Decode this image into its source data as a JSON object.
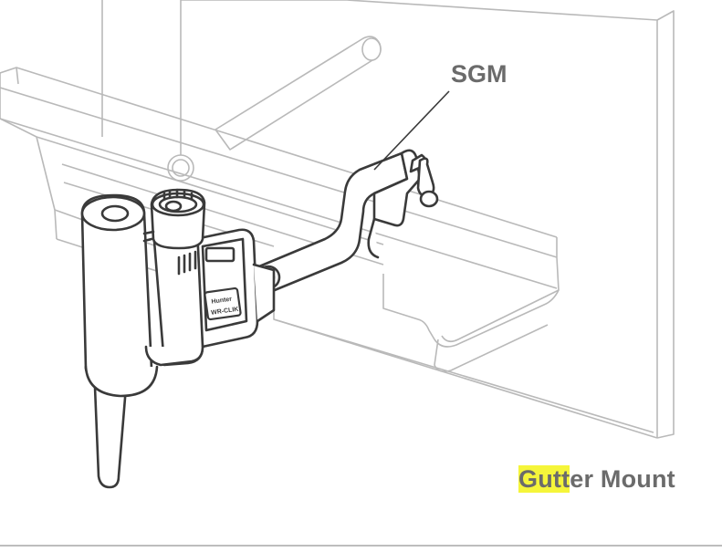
{
  "callout": {
    "label": "SGM"
  },
  "caption": {
    "highlighted": "Gutt",
    "rest": "er Mount"
  },
  "device": {
    "brand_text": "Hunter",
    "model_text": "WR-CLIK"
  },
  "colors": {
    "line": "#3a3a3a",
    "light_line": "#b9b9b9",
    "label": "#6b6b6b",
    "highlight": "#f5f53a"
  }
}
